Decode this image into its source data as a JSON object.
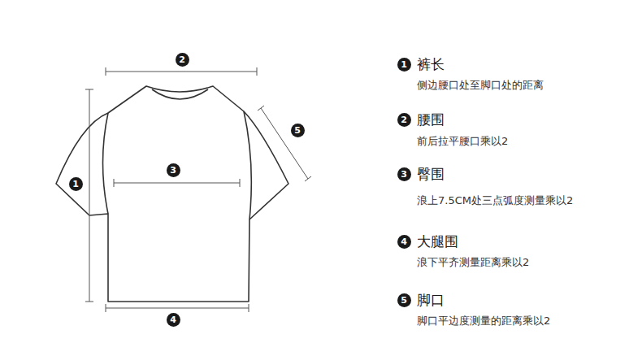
{
  "diagram": {
    "labels": [
      "2",
      "5",
      "1",
      "3",
      "4",
      "1",
      "裤长",
      "侧边腰口处至脚口处的距离",
      "2",
      "腰围",
      "前后拉平腰口乘以2",
      "3",
      "臀围",
      "浪上7.5CM处三点弧度测量乘以2",
      "4",
      "大腿围",
      "浪下平齐测量距离乘以2",
      "5",
      "脚口",
      "脚口平边度测量的距离乘以2"
    ]
  }
}
